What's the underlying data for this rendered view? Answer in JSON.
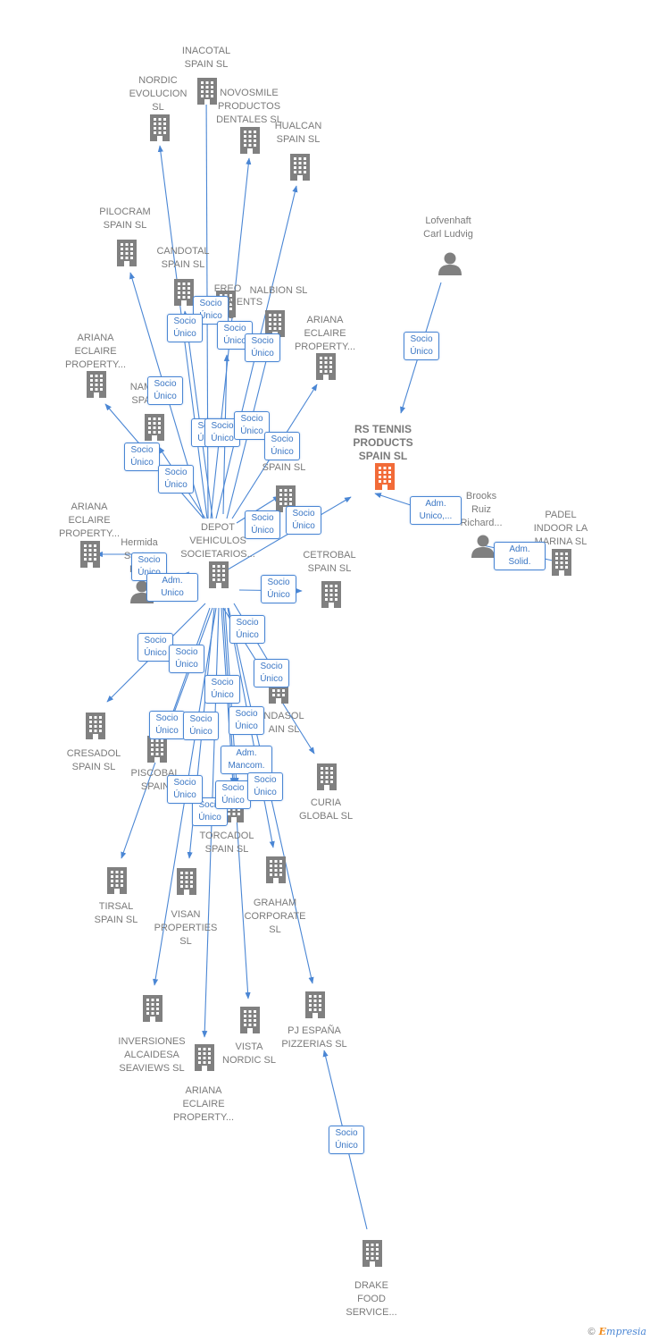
{
  "colors": {
    "edge": "#4a86d4",
    "company": "#808080",
    "highlight": "#f26b38",
    "person": "#808080"
  },
  "nodes": [
    {
      "id": "inacotal",
      "type": "company",
      "label": "INACOTAL\nSPAIN  SL"
    },
    {
      "id": "nordic_evolucion",
      "type": "company",
      "label": "NORDIC\nEVOLUCION\nSL"
    },
    {
      "id": "novosmile",
      "type": "company",
      "label": "NOVOSMILE\nPRODUCTOS\nDENTALES  SL"
    },
    {
      "id": "hualcan",
      "type": "company",
      "label": "HUALCAN\nSPAIN  SL"
    },
    {
      "id": "pilocram",
      "type": "company",
      "label": "PILOCRAM\nSPAIN  SL"
    },
    {
      "id": "candotal",
      "type": "company",
      "label": "CANDOTAL\nSPAIN  SL"
    },
    {
      "id": "freo",
      "type": "company",
      "label": "FREO\nINVESTMENTS\nSL"
    },
    {
      "id": "nalbion",
      "type": "company",
      "label": "NALBION  SL"
    },
    {
      "id": "ariana1",
      "type": "company",
      "label": "ARIANA\nECLAIRE\nPROPERTY..."
    },
    {
      "id": "ariana2",
      "type": "company",
      "label": "ARIANA\nECLAIRE\nPROPERTY..."
    },
    {
      "id": "nam",
      "type": "company",
      "label": "NAM\nSPA"
    },
    {
      "id": "spain_sl",
      "type": "company",
      "label": "SPAIN  SL"
    },
    {
      "id": "lofvenhaft",
      "type": "person",
      "label": "Lofvenhaft\nCarl Ludvig"
    },
    {
      "id": "rs_tennis",
      "type": "highlight",
      "label": "RS TENNIS\nPRODUCTS\nSPAIN  SL"
    },
    {
      "id": "brooks",
      "type": "person",
      "label": "Brooks\nRuiz\nRichard..."
    },
    {
      "id": "padel",
      "type": "company",
      "label": "PADEL\nINDOOR LA\nMARINA SL"
    },
    {
      "id": "ariana3",
      "type": "company",
      "label": "ARIANA\nECLAIRE\nPROPERTY..."
    },
    {
      "id": "depot",
      "type": "company",
      "label": "DEPOT\nVEHICULOS\nSOCIETARIOS..."
    },
    {
      "id": "hermida",
      "type": "person",
      "label": "Hermida\nSantos\nFe..."
    },
    {
      "id": "cetrobal",
      "type": "company",
      "label": "CETROBAL\nSPAIN  SL"
    },
    {
      "id": "ndasol",
      "type": "company",
      "label": "NDASOL\nAIN  SL"
    },
    {
      "id": "cresadol",
      "type": "company",
      "label": "CRESADOL\nSPAIN  SL"
    },
    {
      "id": "piscobal",
      "type": "company",
      "label": "PISCOBAL\nSPAIN"
    },
    {
      "id": "curia",
      "type": "company",
      "label": "CURIA\nGLOBAL  SL"
    },
    {
      "id": "torcadol",
      "type": "company",
      "label": "TORCADOL\nSPAIN  SL"
    },
    {
      "id": "tirsal",
      "type": "company",
      "label": "TIRSAL\nSPAIN  SL"
    },
    {
      "id": "visan",
      "type": "company",
      "label": "VISAN\nPROPERTIES\nSL"
    },
    {
      "id": "graham",
      "type": "company",
      "label": "GRAHAM\nCORPORATE\nSL"
    },
    {
      "id": "inversiones",
      "type": "company",
      "label": "INVERSIONES\nALCAIDESA\nSEAVIEWS  SL"
    },
    {
      "id": "vista",
      "type": "company",
      "label": "VISTA\nNORDIC  SL"
    },
    {
      "id": "pj",
      "type": "company",
      "label": "PJ ESPAÑA\nPIZZERIAS  SL"
    },
    {
      "id": "ariana4",
      "type": "company",
      "label": "ARIANA\nECLAIRE\nPROPERTY..."
    },
    {
      "id": "drake",
      "type": "company",
      "label": "DRAKE\nFOOD\nSERVICE..."
    }
  ],
  "relations": [
    {
      "from": "lofvenhaft",
      "to": "rs_tennis",
      "label": "Socio\nÚnico"
    },
    {
      "from": "depot",
      "to": "rs_tennis",
      "label": "Socio\nÚnico"
    },
    {
      "from": "brooks",
      "to": "rs_tennis",
      "label": "Adm.\nUnico,..."
    },
    {
      "from": "brooks",
      "to": "padel",
      "label": "Adm.\nSolid."
    },
    {
      "from": "depot",
      "to": "inacotal",
      "label": "Socio\nÚnico"
    },
    {
      "from": "depot",
      "to": "nordic_evolucion",
      "label": "Socio\nÚnico"
    },
    {
      "from": "depot",
      "to": "novosmile",
      "label": "Socio\nÚnico"
    },
    {
      "from": "depot",
      "to": "hualcan",
      "label": "Socio\nÚnico"
    },
    {
      "from": "depot",
      "to": "pilocram",
      "label": "Socio\nÚnico"
    },
    {
      "from": "depot",
      "to": "candotal",
      "label": "Socio\nÚnico"
    },
    {
      "from": "depot",
      "to": "freo",
      "label": "Socio\nÚnico"
    },
    {
      "from": "depot",
      "to": "nalbion",
      "label": "Socio\nÚnico"
    },
    {
      "from": "depot",
      "to": "ariana1",
      "label": "Socio\nÚnico"
    },
    {
      "from": "depot",
      "to": "ariana2",
      "label": "Socio\nÚnico"
    },
    {
      "from": "depot",
      "to": "nam",
      "label": "Socio\nÚnico"
    },
    {
      "from": "depot",
      "to": "spain_sl",
      "label": "Socio\nÚnico"
    },
    {
      "from": "depot",
      "to": "ariana3",
      "label": "Socio\nÚnico"
    },
    {
      "from": "hermida",
      "to": "depot",
      "label": "Adm.\nUnico"
    },
    {
      "from": "depot",
      "to": "cetrobal",
      "label": "Socio\nÚnico"
    },
    {
      "from": "depot",
      "to": "ndasol",
      "label": "Socio\nÚnico"
    },
    {
      "from": "depot",
      "to": "cresadol",
      "label": "Socio\nÚnico"
    },
    {
      "from": "depot",
      "to": "piscobal",
      "label": "Socio\nÚnico"
    },
    {
      "from": "depot",
      "to": "curia",
      "label": "Socio\nÚnico"
    },
    {
      "from": "depot",
      "to": "torcadol",
      "label": "Adm.\nMancom."
    },
    {
      "from": "depot",
      "to": "tirsal",
      "label": "Socio\nÚnico"
    },
    {
      "from": "depot",
      "to": "visan",
      "label": "Socio\nÚnico"
    },
    {
      "from": "depot",
      "to": "graham",
      "label": "Socio\nÚnico"
    },
    {
      "from": "depot",
      "to": "inversiones",
      "label": "Socio\nÚnico"
    },
    {
      "from": "depot",
      "to": "vista",
      "label": "Socio\nÚnico"
    },
    {
      "from": "depot",
      "to": "pj",
      "label": "Socio\nÚnico"
    },
    {
      "from": "depot",
      "to": "ariana4",
      "label": "Socio\nÚnico"
    },
    {
      "from": "drake",
      "to": "pj",
      "label": "Socio\nÚnico"
    },
    {
      "from": "depot",
      "to": "torcadol",
      "label": "Socio\nÚnico"
    }
  ],
  "footer": {
    "copyright": "©",
    "brand_first": "E",
    "brand_rest": "mpresia"
  }
}
